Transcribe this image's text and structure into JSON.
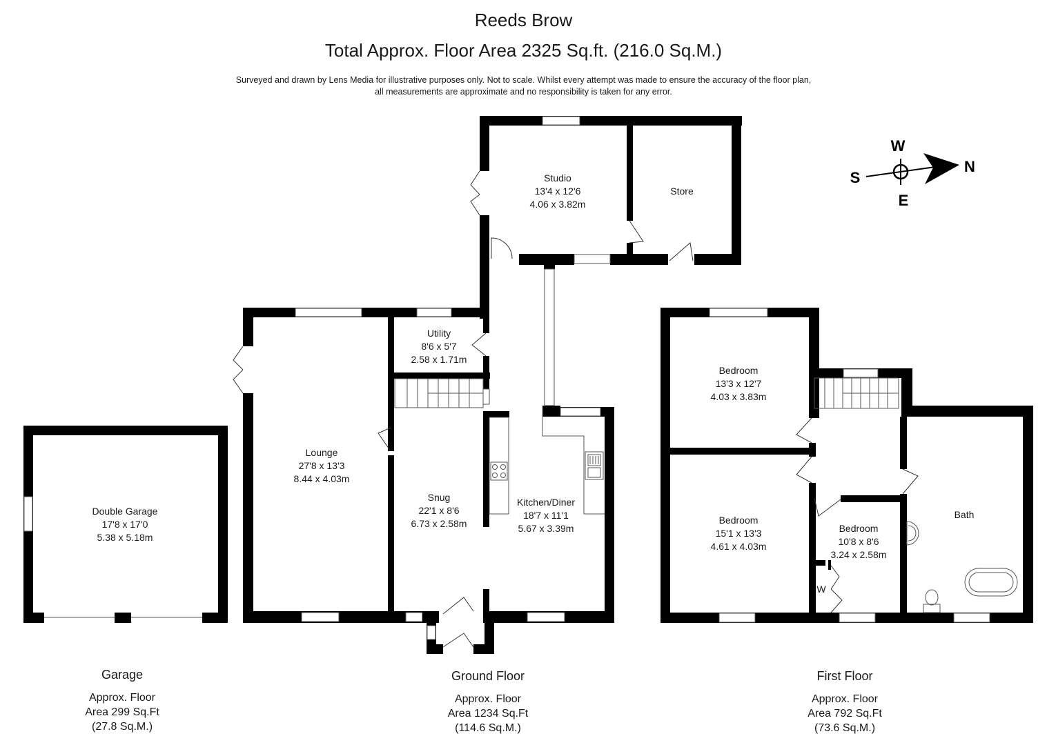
{
  "header": {
    "title": "Reeds Brow",
    "subtitle": "Total Approx. Floor Area 2325 Sq.ft. (216.0 Sq.M.)",
    "disclaimer_line1": "Surveyed and drawn by Lens Media for illustrative purposes only. Not to scale. Whilst every attempt was made to ensure the accuracy of the floor plan,",
    "disclaimer_line2": "all measurements are approximate and no responsibility is taken for any error."
  },
  "compass": {
    "w": "W",
    "e": "E",
    "s": "S",
    "n": "N"
  },
  "rooms": {
    "studio": {
      "name": "Studio",
      "imperial": "13'4 x 12'6",
      "metric": "4.06 x 3.82m"
    },
    "store": {
      "name": "Store"
    },
    "utility": {
      "name": "Utility",
      "imperial": "8'6 x 5'7",
      "metric": "2.58 x 1.71m"
    },
    "lounge": {
      "name": "Lounge",
      "imperial": "27'8 x 13'3",
      "metric": "8.44 x 4.03m"
    },
    "snug": {
      "name": "Snug",
      "imperial": "22'1 x 8'6",
      "metric": "6.73 x 2.58m"
    },
    "kitchen": {
      "name": "Kitchen/Diner",
      "imperial": "18'7 x 11'1",
      "metric": "5.67 x 3.39m"
    },
    "garage": {
      "name": "Double Garage",
      "imperial": "17'8 x 17'0",
      "metric": "5.38 x 5.18m"
    },
    "bedroom1": {
      "name": "Bedroom",
      "imperial": "13'3 x 12'7",
      "metric": "4.03 x 3.83m"
    },
    "bedroom2": {
      "name": "Bedroom",
      "imperial": "15'1 x 13'3",
      "metric": "4.61 x 4.03m"
    },
    "bedroom3": {
      "name": "Bedroom",
      "imperial": "10'8 x 8'6",
      "metric": "3.24 x 2.58m"
    },
    "bath": {
      "name": "Bath"
    },
    "wardrobe": {
      "name": "W"
    }
  },
  "floors": {
    "garage": {
      "name": "Garage",
      "line1": "Approx. Floor",
      "line2": "Area 299 Sq.Ft",
      "line3": "(27.8 Sq.M.)"
    },
    "ground": {
      "name": "Ground Floor",
      "line1": "Approx. Floor",
      "line2": "Area 1234 Sq.Ft",
      "line3": "(114.6 Sq.M.)"
    },
    "first": {
      "name": "First Floor",
      "line1": "Approx. Floor",
      "line2": "Area 792 Sq.Ft",
      "line3": "(73.6 Sq.M.)"
    }
  }
}
